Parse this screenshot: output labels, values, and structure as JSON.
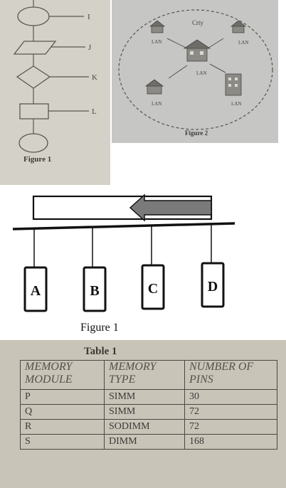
{
  "figure_flowchart": {
    "caption": "Figure 1",
    "labels": [
      "I",
      "J",
      "K",
      "L"
    ]
  },
  "figure_network": {
    "caption": "Figure 2",
    "city_label": "Crty",
    "lan_label": "LAN"
  },
  "figure_bus": {
    "caption": "Figure 1",
    "nodes": [
      "A",
      "B",
      "C",
      "D"
    ]
  },
  "table1": {
    "title": "Table 1",
    "headers": [
      "MEMORY MODULE",
      "MEMORY TYPE",
      "NUMBER OF PINS"
    ],
    "rows": [
      [
        "P",
        "SIMM",
        "30"
      ],
      [
        "Q",
        "SIMM",
        "72"
      ],
      [
        "R",
        "SODIMM",
        "72"
      ],
      [
        "S",
        "DIMM",
        "168"
      ]
    ]
  },
  "colors": {
    "paper": "#d4d1c8",
    "ink": "#3b3a36",
    "bus_ink": "#111111"
  }
}
